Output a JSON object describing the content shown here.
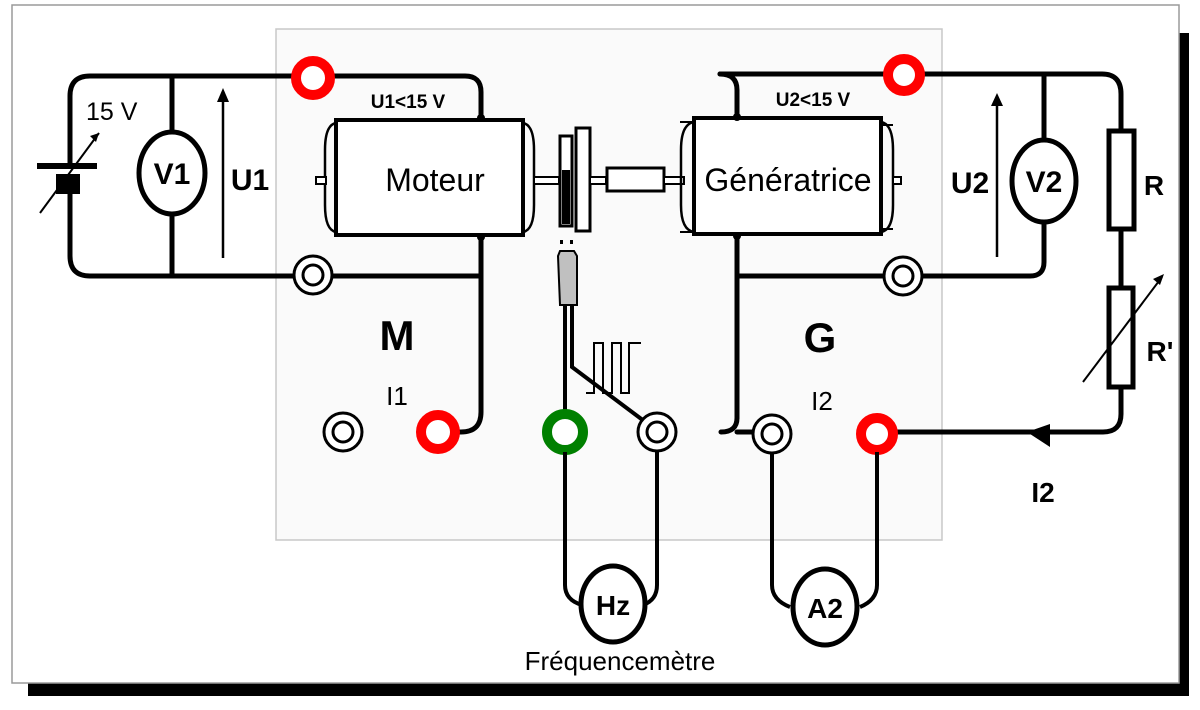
{
  "diagram": {
    "type": "electrical-circuit",
    "subject": "Motor–generator test bench with frequency meter",
    "colors": {
      "terminal_positive": "#ff0000",
      "terminal_frequency": "#008000",
      "terminal_neutral": "#ffffff",
      "panel_fill": "#fafafa",
      "wire": "#000000",
      "tach_sensor": "#c0c0c0"
    },
    "supply": {
      "label": "15 V",
      "symbol": "variable-dc-source"
    },
    "voltmeters": [
      {
        "id": "V1",
        "label": "V1"
      },
      {
        "id": "V2",
        "label": "V2"
      }
    ],
    "voltages": [
      {
        "id": "U1",
        "label": "U1",
        "limit": "U1<15 V"
      },
      {
        "id": "U2",
        "label": "U2",
        "limit": "U2<15 V"
      }
    ],
    "machines": {
      "motor": {
        "label": "Moteur",
        "letter": "M",
        "current": "I1"
      },
      "generator": {
        "label": "Génératrice",
        "letter": "G",
        "current": "I2"
      }
    },
    "load": {
      "resistor": "R",
      "rheostat": "R'",
      "current_label": "I2"
    },
    "instruments": {
      "frequency_meter": {
        "symbol": "Hz",
        "caption": "Fréquencemètre"
      },
      "ammeter": {
        "symbol": "A2"
      }
    }
  }
}
